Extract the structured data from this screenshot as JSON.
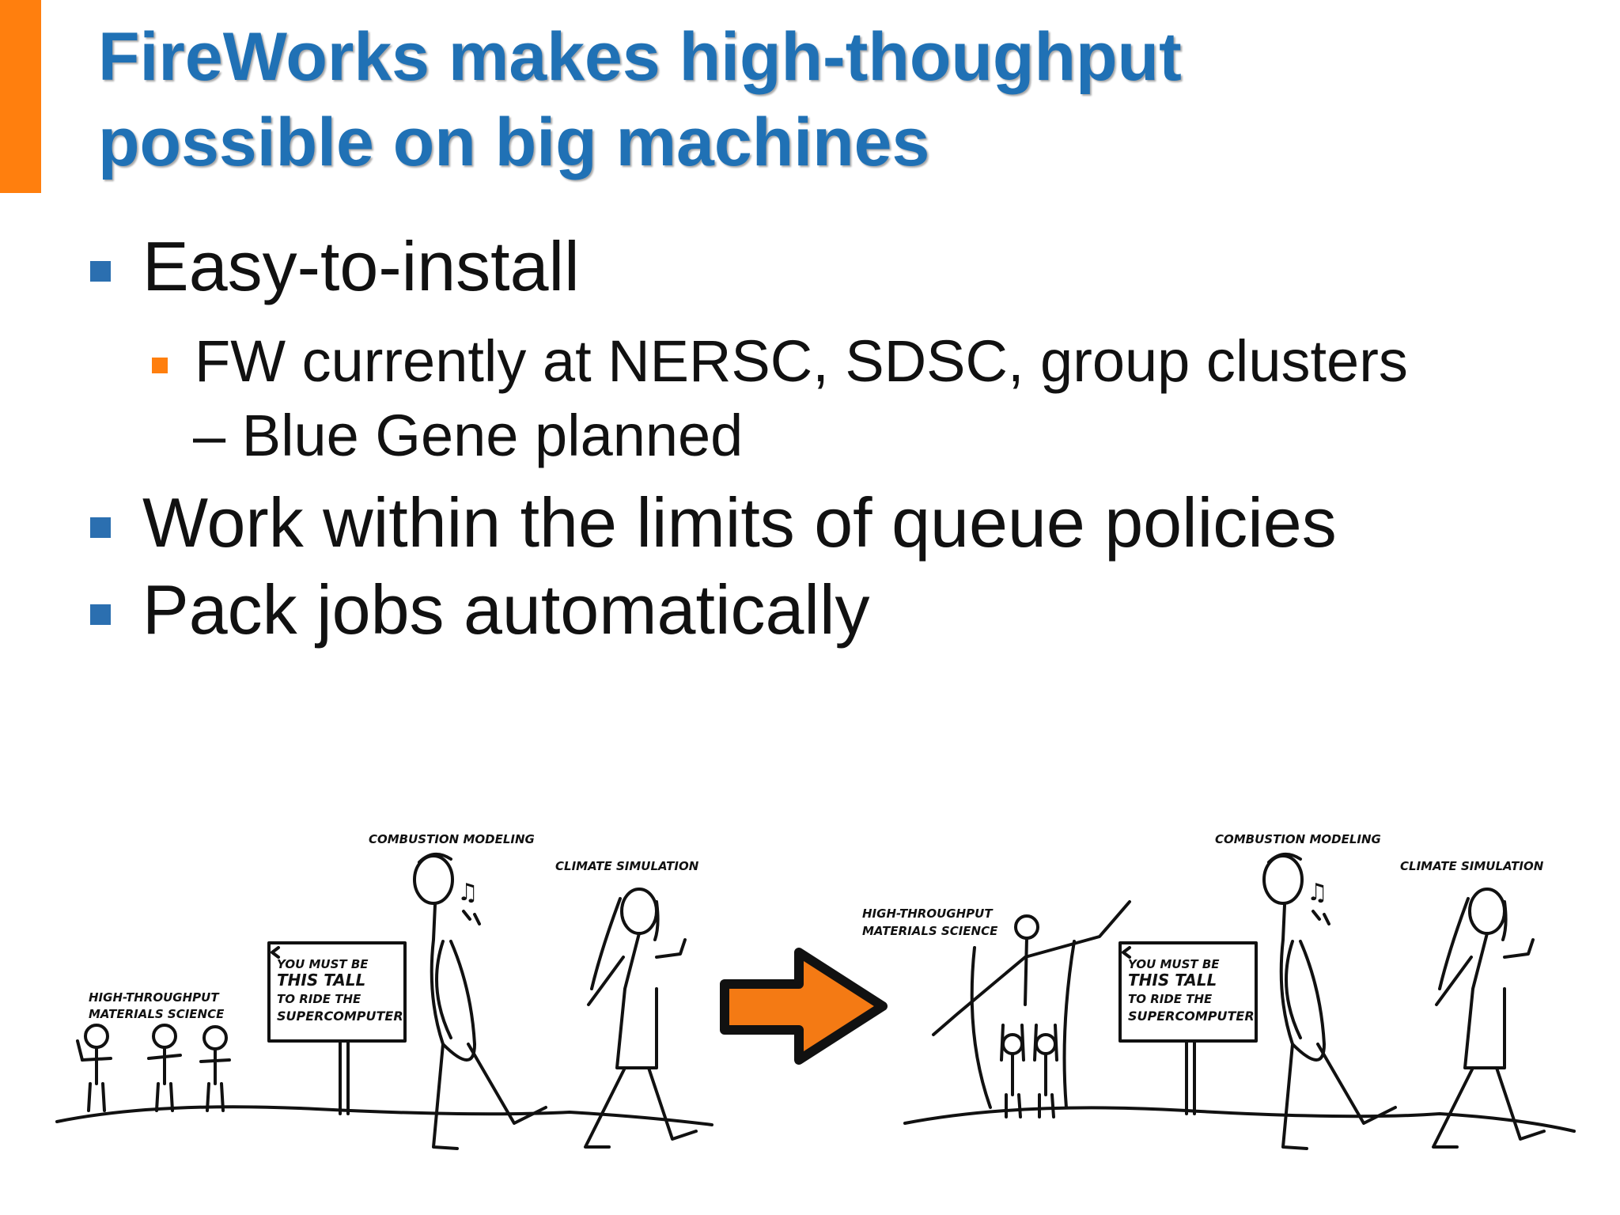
{
  "slide": {
    "title_line1": "FireWorks makes high-thoughput",
    "title_line2": "possible on big machines",
    "accent_color": "#ff7f0e",
    "title_color": "#2071b5"
  },
  "bullets": {
    "b1": "Easy-to-install",
    "b1_sub_line1": "FW currently at NERSC, SDSC, group clusters",
    "b1_sub_line2": "– Blue Gene planned",
    "b2": "Work within the limits of queue policies",
    "b3": "Pack jobs automatically"
  },
  "cartoon": {
    "left": {
      "label_hts_1": "HIGH-THROUGHPUT",
      "label_hts_2": "MATERIALS SCIENCE",
      "label_combustion": "COMBUSTION MODELING",
      "label_climate": "CLIMATE SIMULATION",
      "sign_1": "YOU MUST BE",
      "sign_2": "THIS TALL",
      "sign_3": "TO RIDE THE",
      "sign_4": "SUPERCOMPUTER"
    },
    "right": {
      "label_hts_1": "HIGH-THROUGHPUT",
      "label_hts_2": "MATERIALS SCIENCE",
      "label_combustion": "COMBUSTION MODELING",
      "label_climate": "CLIMATE SIMULATION",
      "sign_1": "YOU MUST BE",
      "sign_2": "THIS TALL",
      "sign_3": "TO RIDE THE",
      "sign_4": "SUPERCOMPUTER"
    },
    "arrow_color": "#f47a14"
  }
}
